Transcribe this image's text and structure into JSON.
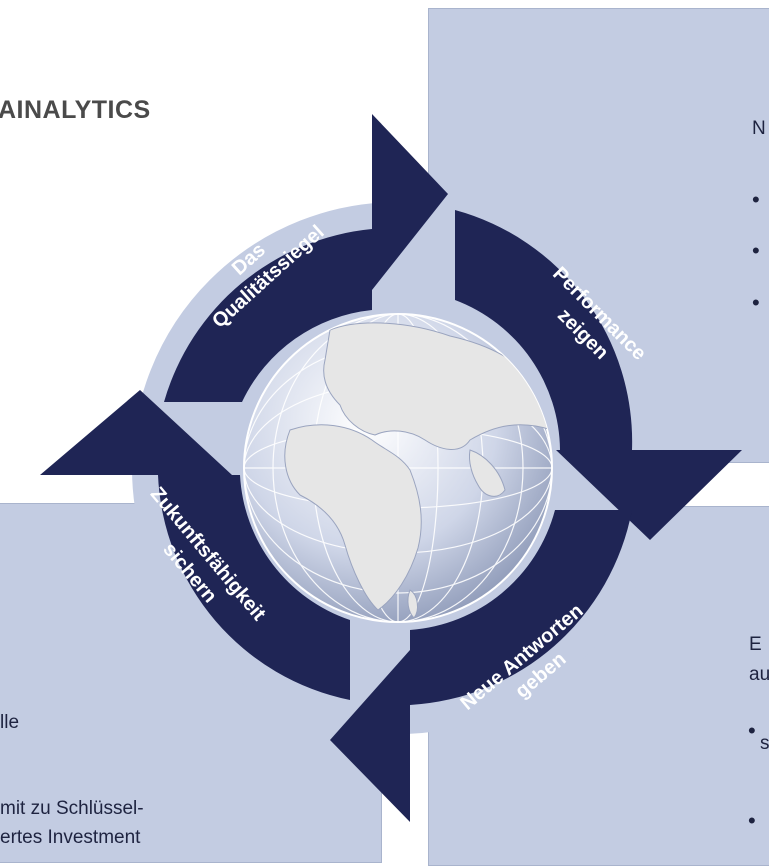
{
  "brand": {
    "text": "AINALYTICS"
  },
  "cycle": {
    "arrow_top": {
      "line1": "Das",
      "line2": "Qualitätssiegel"
    },
    "arrow_right": {
      "line1": "Performance",
      "line2": "zeigen"
    },
    "arrow_bottom": {
      "line1": "Neue Antworten",
      "line2": "geben"
    },
    "arrow_left": {
      "line1": "Zukunftsfähigkeit",
      "line2": "sichern"
    }
  },
  "panels": {
    "top_right": {
      "heading": "N"
    },
    "bottom_right": {
      "line1": "E",
      "line2": "au",
      "line3": "s"
    },
    "bottom_left": {
      "line1": "lle",
      "line2": "mit zu Schlüssel-",
      "line3": "ertes Investment"
    }
  },
  "colors": {
    "arrow": "#1f2555",
    "panel": "#c3cce2",
    "globe": "#dcdcdc",
    "ocean": "#b7c2de"
  },
  "icons": {
    "globe": "globe-icon"
  }
}
